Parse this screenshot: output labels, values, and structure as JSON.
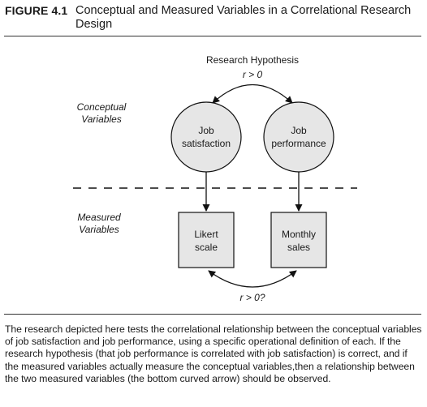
{
  "figure": {
    "number": "FIGURE 4.1",
    "title": "Conceptual and Measured Variables in a Correlational Research Design"
  },
  "diagram": {
    "hypothesis_label": "Research Hypothesis",
    "hypothesis_relation": "r > 0",
    "conceptual_label": [
      "Conceptual",
      "Variables"
    ],
    "measured_label": [
      "Measured",
      "Variables"
    ],
    "conceptual_left": [
      "Job",
      "satisfaction"
    ],
    "conceptual_right": [
      "Job",
      "performance"
    ],
    "measured_left": [
      "Likert",
      "scale"
    ],
    "measured_right": [
      "Monthly",
      "sales"
    ],
    "measured_relation": "r > 0?"
  },
  "caption": "The research depicted here tests the correlational relationship between the conceptual variables of job satisfaction and job performance, using a specific operational definition of each. If the research hypothesis (that job performance is correlated with job satisfaction) is correct, and if the measured variables actually measure the conceptual variables,then a relationship between the two measured variables (the bottom curved arrow) should be observed."
}
